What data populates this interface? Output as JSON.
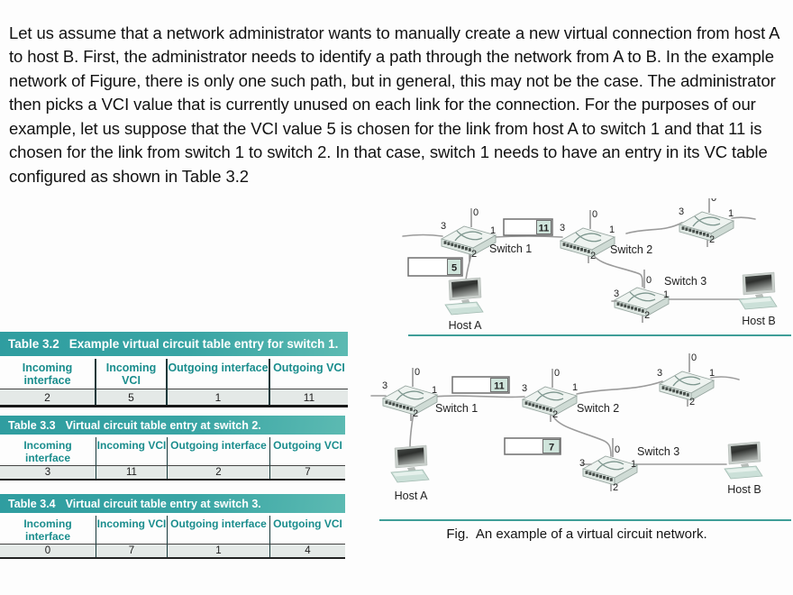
{
  "paragraph": "Let us assume that a network administrator wants to manually create a new virtual connection from host A to host B. First, the administrator needs to identify a path through the network from A to B. In the example network of Figure, there is only one such path, but in general, this may not be the case. The administrator then picks a VCI value that is currently unused on each link for the connection. For the purposes of our example, let us suppose that the VCI value 5 is chosen for the link from host A to switch 1 and that 11 is chosen for the link from switch 1 to switch 2. In that case, switch 1 needs to have an entry in its VC table configured as shown in Table 3.2",
  "tables": [
    {
      "label": "Table 3.2",
      "title": "Example virtual circuit table entry for switch 1.",
      "headers": [
        "Incoming interface",
        "Incoming VCI",
        "Outgoing interface",
        "Outgoing VCI"
      ],
      "row": [
        "2",
        "5",
        "1",
        "11"
      ]
    },
    {
      "label": "Table 3.3",
      "title": "Virtual circuit table entry at switch 2.",
      "headers": [
        "Incoming interface",
        "Incoming VCI",
        "Outgoing interface",
        "Outgoing VCI"
      ],
      "row": [
        "3",
        "11",
        "2",
        "7"
      ]
    },
    {
      "label": "Table 3.4",
      "title": "Virtual circuit table entry at switch 3.",
      "headers": [
        "Incoming interface",
        "Incoming VCI",
        "Outgoing interface",
        "Outgoing VCI"
      ],
      "row": [
        "0",
        "7",
        "1",
        "4"
      ]
    }
  ],
  "figure": {
    "caption": "Fig.  An example of a virtual circuit network.",
    "port_labels": [
      "0",
      "1",
      "2",
      "3"
    ],
    "names": {
      "switch1": "Switch 1",
      "switch2": "Switch 2",
      "switch3": "Switch 3",
      "hostA": "Host A",
      "hostB": "Host B"
    },
    "diagram1": {
      "packet_hostA_switch1_vci": "5",
      "packet_switch1_switch2_vci": "11"
    },
    "diagram2": {
      "packet_switch1_switch2_vci": "11",
      "packet_switch2_switch3_vci": "7"
    }
  },
  "colors": {
    "table_title_bar": "#2f9da0",
    "table_title_text": "#ffffff",
    "column_header_text": "#1a8d8d",
    "data_row_bg": "#e4e9e7",
    "separator_line": "#3f9e98",
    "packet_cell_bg": "#cfe4db",
    "link_line": "#9b9b9b"
  }
}
